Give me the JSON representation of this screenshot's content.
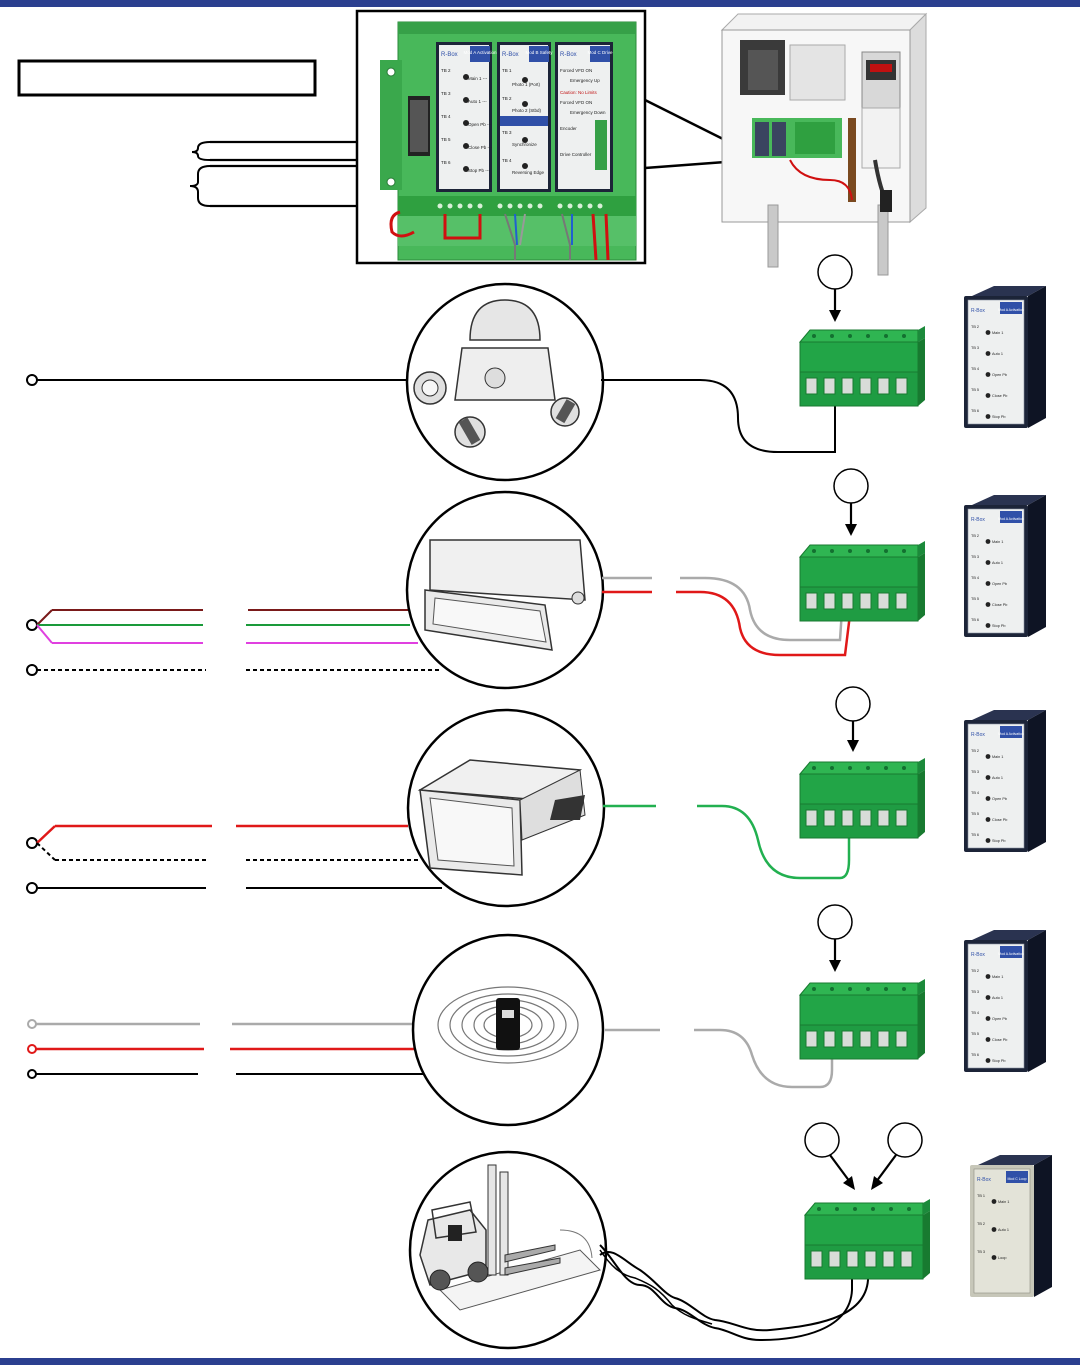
{
  "colors": {
    "frame_bar": "#2b3f8f",
    "terminal_green": "#27a84a",
    "terminal_dark": "#1a7a35",
    "board_green": "#3fb04f",
    "wire_brown": "#7a1a1a",
    "wire_green": "#1a9a3a",
    "wire_magenta": "#e040e0",
    "wire_red": "#e01818",
    "wire_gray": "#aaaaaa",
    "wire_black": "#111111",
    "wire_light_green": "#22b050",
    "module_dark": "#1c2438",
    "module_light": "#d8d8d0"
  },
  "title_box": {
    "text": ""
  },
  "board_inset": {
    "modules": [
      {
        "header": "Mod A Activation",
        "brand": "R-Box",
        "rows": [
          "TB 2",
          "Main 1 ---",
          "TB 3",
          "Auto 1 ---",
          "TB 4",
          "Open Pb ---",
          "TB 5",
          "Close Pb ---",
          "TB 6",
          "Stop Pb ---"
        ]
      },
      {
        "header": "Mod B Safety",
        "brand": "R-Box",
        "rows": [
          "TB 1",
          "Photo 1 (Port)",
          "TB 2",
          "Photo 2 (Stbd)",
          "TB 3",
          "Synchronize",
          "TB 4",
          "Reversing Edge"
        ]
      },
      {
        "header": "Mod C Drive",
        "brand": "R-Box",
        "rows": [
          "Forced VFD ON",
          "Emergency Up",
          "Caution: No Limits",
          "Forced VFD ON",
          "Emergency Down",
          "Encoder",
          "Drive Controller"
        ]
      }
    ]
  },
  "rows": [
    {
      "callout": "",
      "module_type": "dark"
    },
    {
      "callout": "",
      "module_type": "dark"
    },
    {
      "callout": "",
      "module_type": "dark"
    },
    {
      "callout": "",
      "module_type": "dark"
    },
    {
      "callouts": [
        "",
        ""
      ],
      "module_type": "light"
    }
  ],
  "module_text": {
    "brand": "R-Box",
    "dark_header": "Mod A Activation",
    "light_header": "Mod C Loop",
    "dark_rows": [
      "TB 2",
      "Main 1",
      "TB 3",
      "Auto 1",
      "TB 4",
      "Open Pb",
      "TB 5",
      "Close Pb",
      "TB 6",
      "Stop Pb"
    ],
    "light_rows": [
      "TB 1",
      "Main 1",
      "TB 2",
      "Auto 1",
      "TB 3",
      "Loop"
    ]
  }
}
